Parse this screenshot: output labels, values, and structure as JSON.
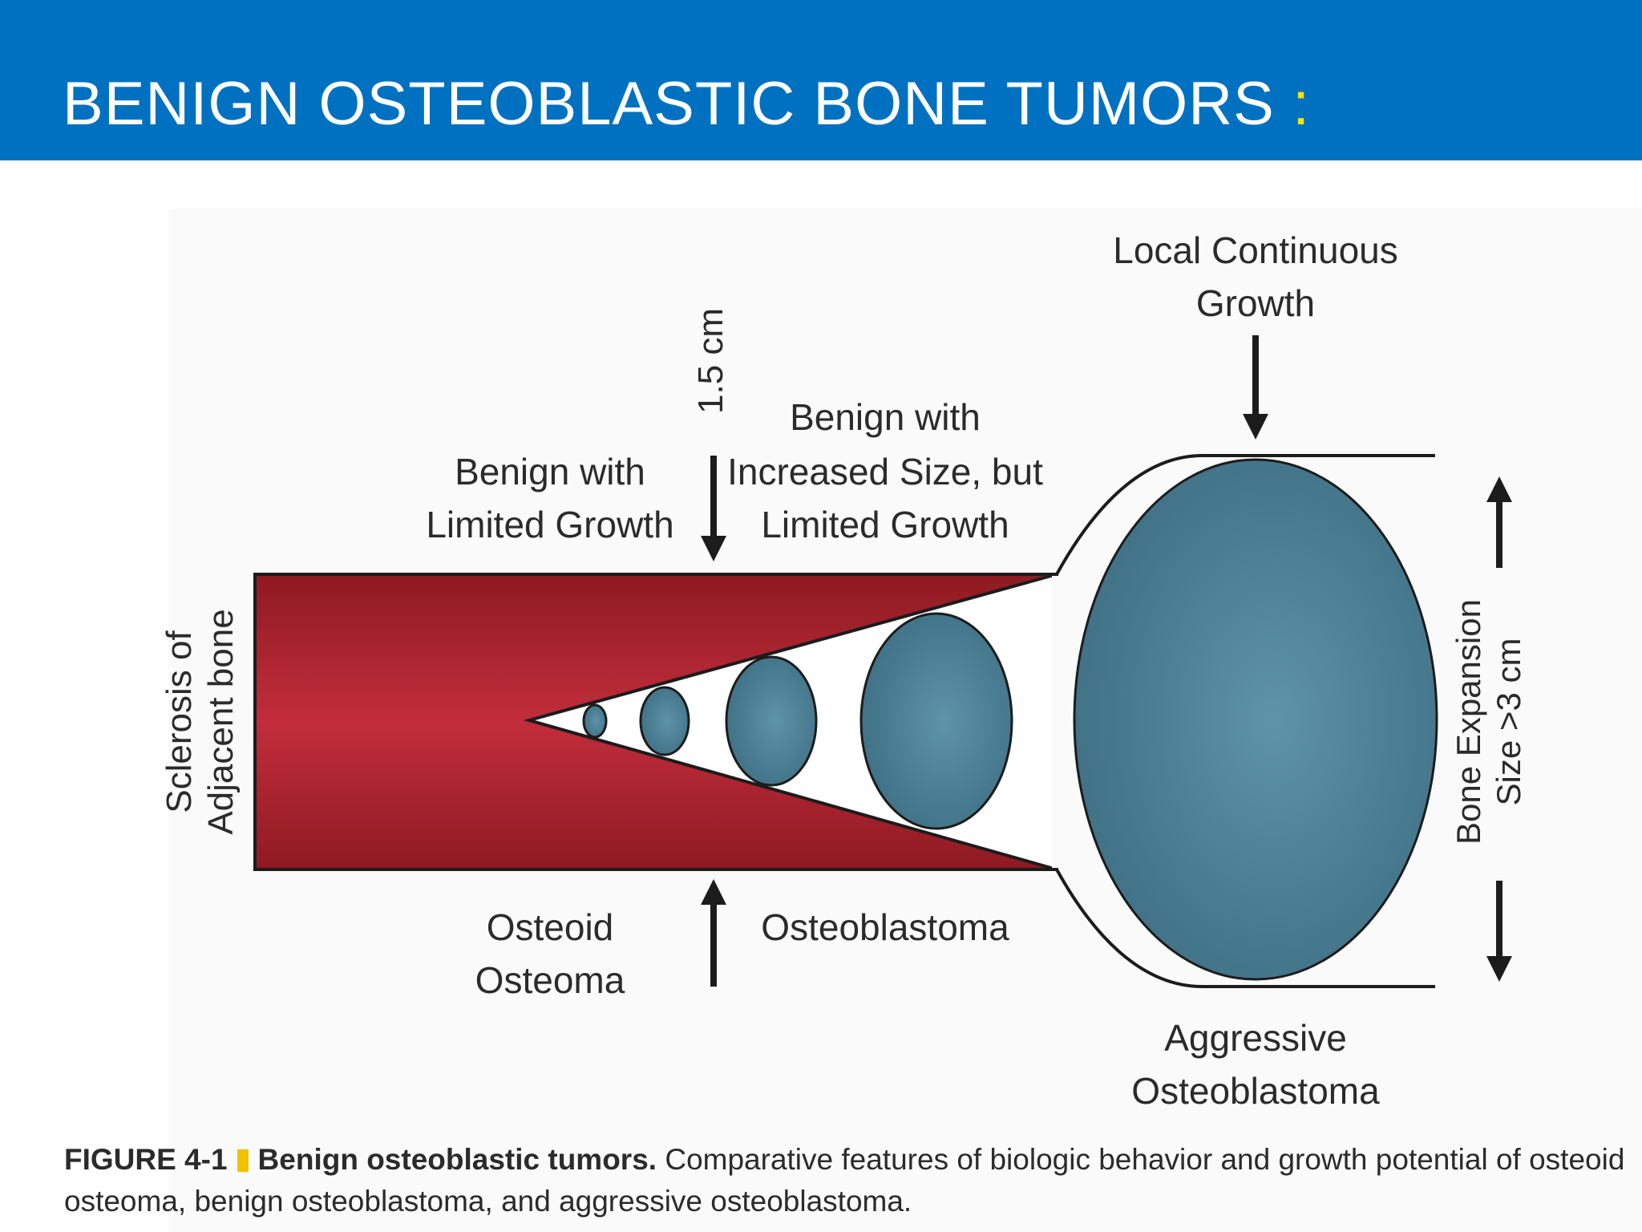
{
  "header": {
    "title": "BENIGN OSTEOBLASTIC BONE TUMORS",
    "colon": ":"
  },
  "diagram": {
    "left_label": [
      "Sclerosis of",
      "Adjacent bone"
    ],
    "top_label_1": [
      "Benign with",
      "Limited Growth"
    ],
    "size_label_small": "1.5 cm",
    "top_label_2": [
      "Benign with",
      "Increased Size, but",
      "Limited Growth"
    ],
    "top_label_3": [
      "Local Continuous",
      "Growth"
    ],
    "right_label": [
      "Bone Expansion",
      "Size >3 cm"
    ],
    "bottom_label_1": [
      "Osteoid",
      "Osteoma"
    ],
    "bottom_label_2": "Osteoblastoma",
    "bottom_label_3": [
      "Aggressive",
      "Osteoblastoma"
    ],
    "colors": {
      "bone_red": "#b0242f",
      "tumor_blue": "#4f8296",
      "outline": "#1c1c1c",
      "header_blue": "#0071c1",
      "accent_yellow": "#f3e600"
    }
  },
  "caption": {
    "figure_id": "FIGURE 4-1",
    "title": "Benign osteoblastic tumors.",
    "text": "Comparative features of biologic behavior and growth potential of osteoid osteoma, benign osteoblastoma, and aggressive osteoblastoma."
  }
}
